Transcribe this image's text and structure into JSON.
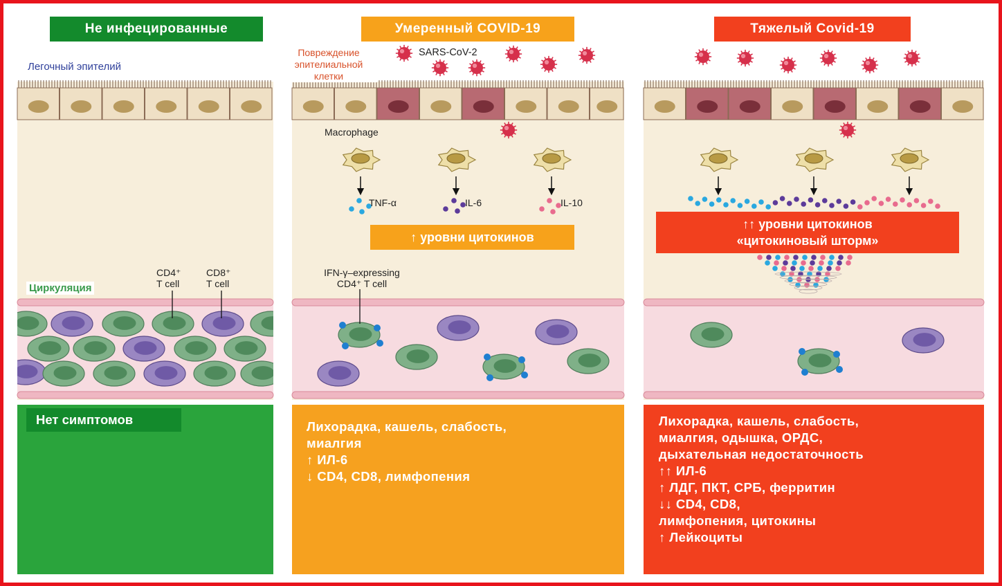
{
  "columns": [
    {
      "id": "uninfected",
      "title": "Не инфецированные",
      "color": "#138a2c",
      "symptoms": [
        "Нет симптомов"
      ],
      "symptom_bg": "#2aa43c"
    },
    {
      "id": "moderate",
      "title": "Умеренный COVID-19",
      "color": "#f7a21b",
      "symptoms": [
        "Лихорадка, кашель, слабость,",
        "миалгия",
        "↑ ИЛ-6",
        "↓ CD4, CD8, лимфопения"
      ],
      "symptom_bg": "#f6a11f"
    },
    {
      "id": "severe",
      "title": "Тяжелый Covid-19",
      "color": "#f2401e",
      "symptoms": [
        "Лихорадка, кашель, слабость,",
        "миалгия, одышка, ОРДС,",
        "дыхательная недостаточность",
        "↑↑ ИЛ-6",
        "↑ ЛДГ, ПКТ, СРБ, ферритин",
        "↓↓ CD4, CD8,",
        "лимфопения, цитокины",
        "↑ Лейкоциты"
      ],
      "symptom_bg": "#f2401e"
    }
  ],
  "labels": {
    "lung_epithelium": "Легочный эпителий",
    "circulation": "Циркуляция",
    "cd4_line1": "CD4⁺",
    "cd4_line2": "T cell",
    "cd8_line1": "CD8⁺",
    "cd8_line2": "T cell",
    "epithelial_damage": [
      "Повреждение",
      "эпителиальной",
      "клетки"
    ],
    "virus": "SARS-CoV-2",
    "macrophage": "Macrophage",
    "tnf": "TNF-α",
    "il6": "IL-6",
    "il10": "IL-10",
    "cytokine_levels": "↑ уровни цитокинов",
    "ifn_line1": "IFN-γ–expressing",
    "ifn_line2": "CD4⁺ T cell",
    "storm_line1": "↑↑ уровни цитокинов",
    "storm_line2": "«цитокиновый шторм»"
  },
  "colors": {
    "frame": "#e8141c",
    "tissue": "#f7eedb",
    "epithelial_cell": "#efe0c5",
    "damaged_cell": "#b86a72",
    "vessel": "#f7dbe0",
    "vessel_wall": "#d98a9a",
    "cd4": "#7fb088",
    "cd8": "#9a87c2",
    "virus": "#d6304b",
    "tnf_dot": "#2aa8e0",
    "il6_dot": "#5c3b9a",
    "il10_dot": "#e86b8e"
  }
}
